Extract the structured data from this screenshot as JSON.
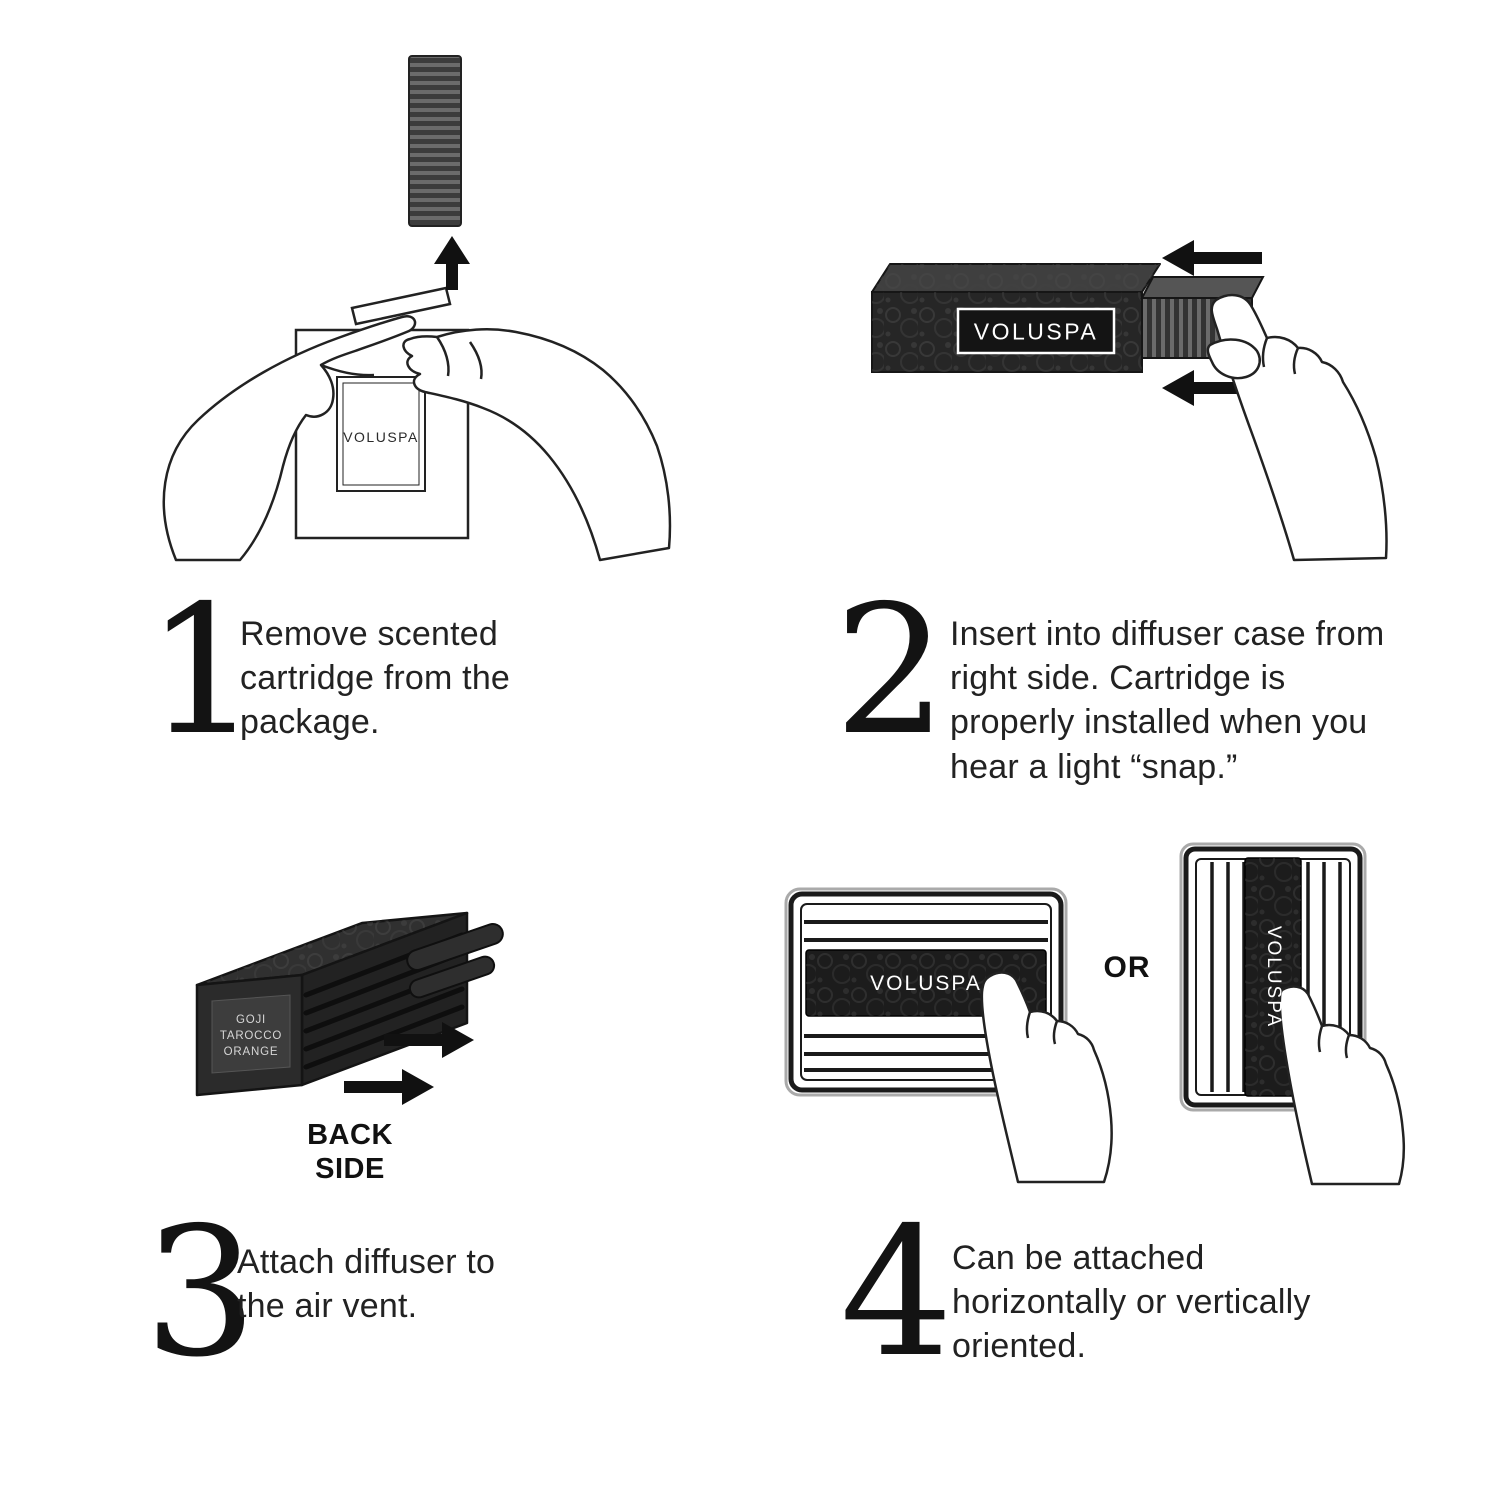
{
  "steps": [
    {
      "number": "1",
      "text": "Remove scented cartridge from the package."
    },
    {
      "number": "2",
      "text": "Insert into diffuser case from right side. Cartridge is properly installed when you hear a light “snap.”"
    },
    {
      "number": "3",
      "text": "Attach diffuser to the air vent."
    },
    {
      "number": "4",
      "text": "Can be attached horizontally or vertically oriented."
    }
  ],
  "labels": {
    "package_brand": "VOLUSPA",
    "case_brand": "VOLUSPA",
    "horizontal_brand": "VOLUSPA",
    "vertical_brand": "VOLUSPA",
    "cartridge_scent": "GOJI\nTAROCCO\nORANGE",
    "back_side": "BACK\nSIDE",
    "or": "OR"
  },
  "colors": {
    "background": "#ffffff",
    "outline": "#1a1a1a",
    "case_dark": "#262626",
    "rib_light": "#6b6b6b",
    "text": "#222222"
  }
}
